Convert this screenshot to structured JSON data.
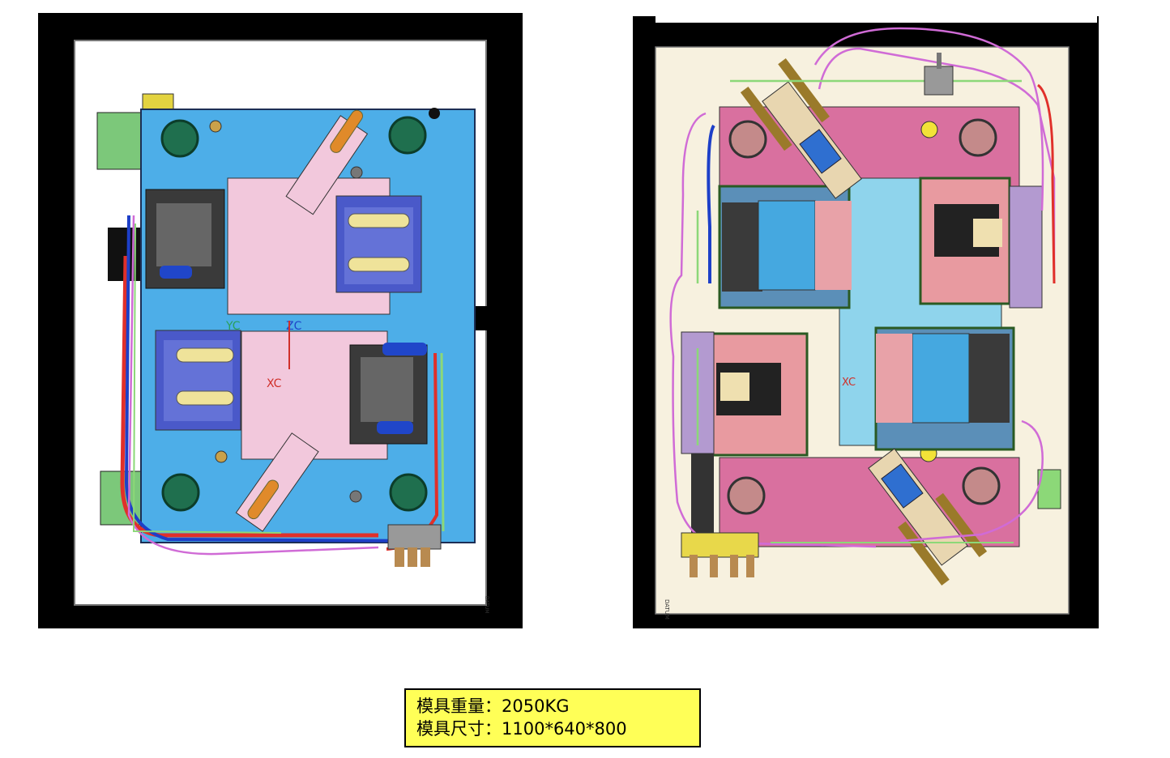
{
  "figures": {
    "left": {
      "label_datum": "DATUM",
      "label_axes": [
        "YC",
        "ZC",
        "XC"
      ]
    },
    "right": {
      "label_datum": "DATUM",
      "label_axes": [
        "XC"
      ]
    }
  },
  "spec": {
    "weight_label": "模具重量：2050KG",
    "size_label": "模具尺寸：1100*640*800"
  },
  "colors": {
    "background_frame": "#000000",
    "plate_blue": "#4daee8",
    "plate_pink": "#d9709f",
    "slide_pink": "#f2c8dc",
    "spec_box": "#ffff57"
  }
}
